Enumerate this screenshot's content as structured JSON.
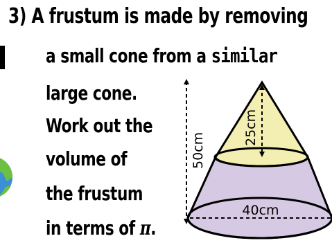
{
  "question": {
    "number_label": "3)",
    "line1_rest": "A frustum is made by removing",
    "line2_start": "a small cone from a ",
    "line2_emphasis": "similar",
    "line3": "large cone.",
    "line4": "Work out the",
    "line5": "volume of",
    "line6": "the frustum",
    "line7_start": "in terms of ",
    "line7_symbol": "π",
    "line7_end": "."
  },
  "diagram": {
    "height_label": "50cm",
    "small_cone_height_label": "25cm",
    "base_diameter_label": "40cm",
    "colors": {
      "small_cone_fill": "#f3efb2",
      "frustum_fill": "#d5c9e3",
      "outline": "#000000",
      "globe_green": "#6cc043",
      "globe_blue": "#3b8fd6"
    }
  }
}
